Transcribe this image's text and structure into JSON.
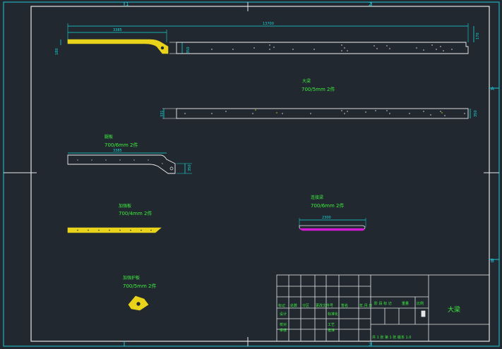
{
  "colors": {
    "background": "#212830",
    "frame": "#e6e6e6",
    "outer_frame": "#21c8d6",
    "dimension": "#17d8d8",
    "annotation": "#3ef03e",
    "part_yellow": "#e8d21a",
    "part_magenta": "#d21ad2",
    "part_outline": "#eeeeee"
  },
  "border_labels": {
    "top_1": "1",
    "top_2": "2",
    "bottom_2": "2",
    "side_a": "A",
    "side_b": "B"
  },
  "dimensions": {
    "total_length": "13700",
    "main_short_length": "3385",
    "main_left_height": "180",
    "main_right_height": "170",
    "main_step_height": "350",
    "beam2_left_height": "331",
    "beam2_right_height": "350",
    "leg_length": "3385",
    "leg_height": "350",
    "bar_length": "2300"
  },
  "labels": {
    "part_a_name": "大梁",
    "part_a_spec": "700/5mm  2件",
    "part_b_name": "腿板",
    "part_b_spec": "700/6mm  2件",
    "part_c_name": "加强板",
    "part_c_spec": "700/4mm  2件",
    "part_d_name": "连接梁",
    "part_d_spec": "700/6mm  2件",
    "part_e_name": "加强护板",
    "part_e_spec": "700/5mm  2件"
  },
  "title_block": {
    "row1": [
      "标记",
      "处数",
      "分区",
      "更改文件号",
      "签名",
      "年.月.日"
    ],
    "row2": [
      "设计",
      "",
      "",
      "标准化",
      "",
      ""
    ],
    "row3": [
      "校对",
      "",
      "",
      "",
      "",
      ""
    ],
    "row4": [
      "审核",
      "",
      "",
      "工艺",
      "",
      ""
    ],
    "row5": [
      "",
      "",
      "",
      "批准",
      "",
      ""
    ],
    "stage_header": [
      "阶 段 标 记",
      "重量",
      "比例"
    ],
    "sheet_info": "共 1 张 第 1 张  版本  1.0",
    "drawing_title": "大梁"
  }
}
